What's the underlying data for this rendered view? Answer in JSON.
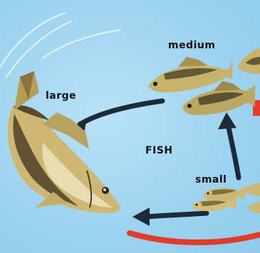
{
  "labels": {
    "medium": "medium",
    "large": "large",
    "fish": "FISH",
    "small": "small"
  },
  "colors": {
    "water": "#a8d9f2",
    "arrow": "#1d2a3a",
    "red_arrow": "#e23b2a"
  },
  "icons": [
    "large-fish-icon",
    "medium-fish-icon",
    "small-fish-icon",
    "arrow-icon"
  ]
}
